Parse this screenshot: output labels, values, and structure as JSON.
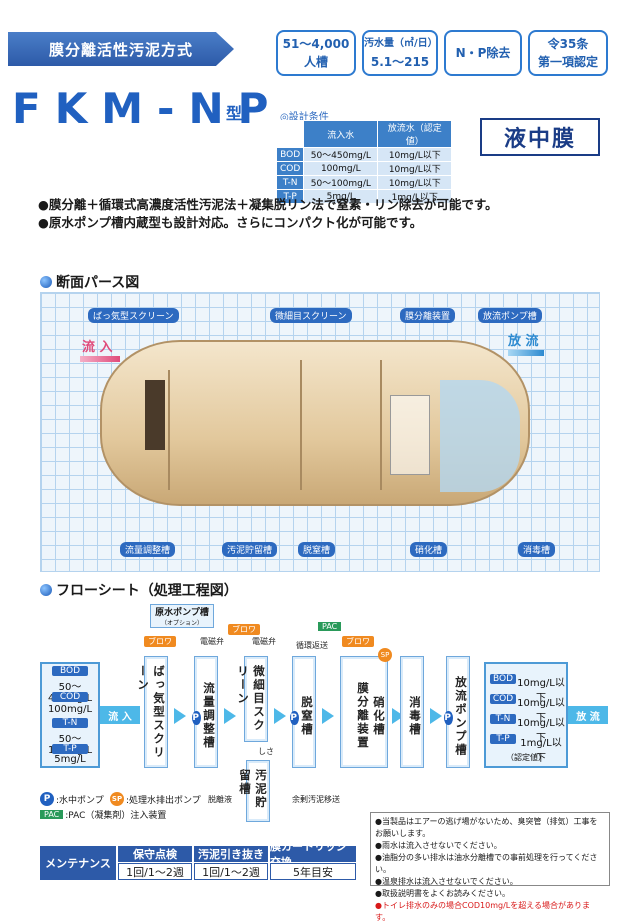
{
  "header": {
    "banner": "膜分離活性汚泥方式",
    "capacity_top": "51～4,000",
    "capacity_bottom": "人槽",
    "flow_top": "汚水量（㎥/日）",
    "flow_bottom": "5.1～215",
    "removal": "N・P除去",
    "cert_top": "令35条",
    "cert_bottom": "第一項認定"
  },
  "title": {
    "main": "FKM-NP",
    "suffix": "型"
  },
  "badge": {
    "text": "液中膜"
  },
  "design": {
    "label": "◎設計条件",
    "col_in": "流入水",
    "col_out": "放流水（認定値）",
    "rows": [
      {
        "k": "BOD",
        "in": "50～450mg/L",
        "out": "10mg/L以下"
      },
      {
        "k": "COD",
        "in": "100mg/L",
        "out": "10mg/L以下"
      },
      {
        "k": "T-N",
        "in": "50～100mg/L",
        "out": "10mg/L以下"
      },
      {
        "k": "T-P",
        "in": "5mg/L",
        "out": "1mg/L以下"
      }
    ]
  },
  "bullets": [
    "●膜分離＋循環式高濃度活性汚泥法＋凝集脱リン法で窒素・リン除去が可能です。",
    "●原水ポンプ槽内蔵型も設計対応。さらにコンパクト化が可能です。"
  ],
  "section_view": {
    "heading": "断面パース図",
    "inflow": "流 入",
    "outflow": "放 流",
    "labels_top": [
      "ばっ気型スクリーン",
      "微細目スクリーン",
      "膜分離装置",
      "放流ポンプ槽"
    ],
    "labels_bottom": [
      "流量調整槽",
      "汚泥貯留槽",
      "脱窒槽",
      "硝化槽",
      "消毒槽"
    ]
  },
  "flow_sheet": {
    "heading": "フローシート（処理工程図）",
    "raw_pump": "原水ポンプ槽",
    "raw_pump_opt": "（オプション）",
    "inflow_label": "流 入",
    "outflow_label": "放 流",
    "blower": "ブロワ",
    "valve": "電磁弁",
    "circ": "循環返送",
    "pac": "PAC",
    "sp": "SP",
    "sludge_label": "しさ",
    "dewater": "脱離液",
    "excess": "余剰汚泥移送",
    "boxes": [
      "ばっ気型スクリーン",
      "流量調整槽",
      "微細目スクリーン",
      "脱窒槽",
      "硝化槽",
      "膜分離装置",
      "消毒槽",
      "放流ポンプ槽",
      "汚泥貯留槽"
    ],
    "box_1_P": "P",
    "inflow_specs": [
      {
        "k": "BOD",
        "v": "50～450mg/L"
      },
      {
        "k": "COD",
        "v": "100mg/L"
      },
      {
        "k": "T-N",
        "v": "50～100mg/L"
      },
      {
        "k": "T-P",
        "v": "5mg/L"
      }
    ],
    "outflow_specs": [
      {
        "k": "BOD",
        "v": "10mg/L以下"
      },
      {
        "k": "COD",
        "v": "10mg/L以下"
      },
      {
        "k": "T-N",
        "v": "10mg/L以下"
      },
      {
        "k": "T-P",
        "v": "1mg/L以下"
      }
    ],
    "outflow_note": "（認定値）"
  },
  "legend": {
    "p": "P",
    "p_text": ":水中ポンプ",
    "sp": "SP",
    "sp_text": ":処理水排出ポンプ",
    "pac": "PAC",
    "pac_text": ":PAC（凝集剤）注入装置"
  },
  "maintenance": {
    "label": "メンテナンス",
    "cols": [
      "保守点検",
      "汚泥引き抜き",
      "膜カートリッジ交換"
    ],
    "vals": [
      "1回/1～2週",
      "1回/1～2週",
      "5年目安"
    ]
  },
  "notes": [
    "●当製品はエアーの逃げ場がないため、臭突管（排気）工事をお願いします。",
    "●雨水は流入させないでください。",
    "●油脂分の多い排水は油水分離槽での事前処理を行ってください。",
    "●温泉排水は流入させないでください。",
    "●取扱説明書をよくお読みください。"
  ],
  "note_red": "●トイレ排水のみの場合COD10mg/Lを超える場合があります。",
  "colors": {
    "primary": "#2d5aa8",
    "accent": "#4db8e8",
    "orange": "#f08a20"
  }
}
